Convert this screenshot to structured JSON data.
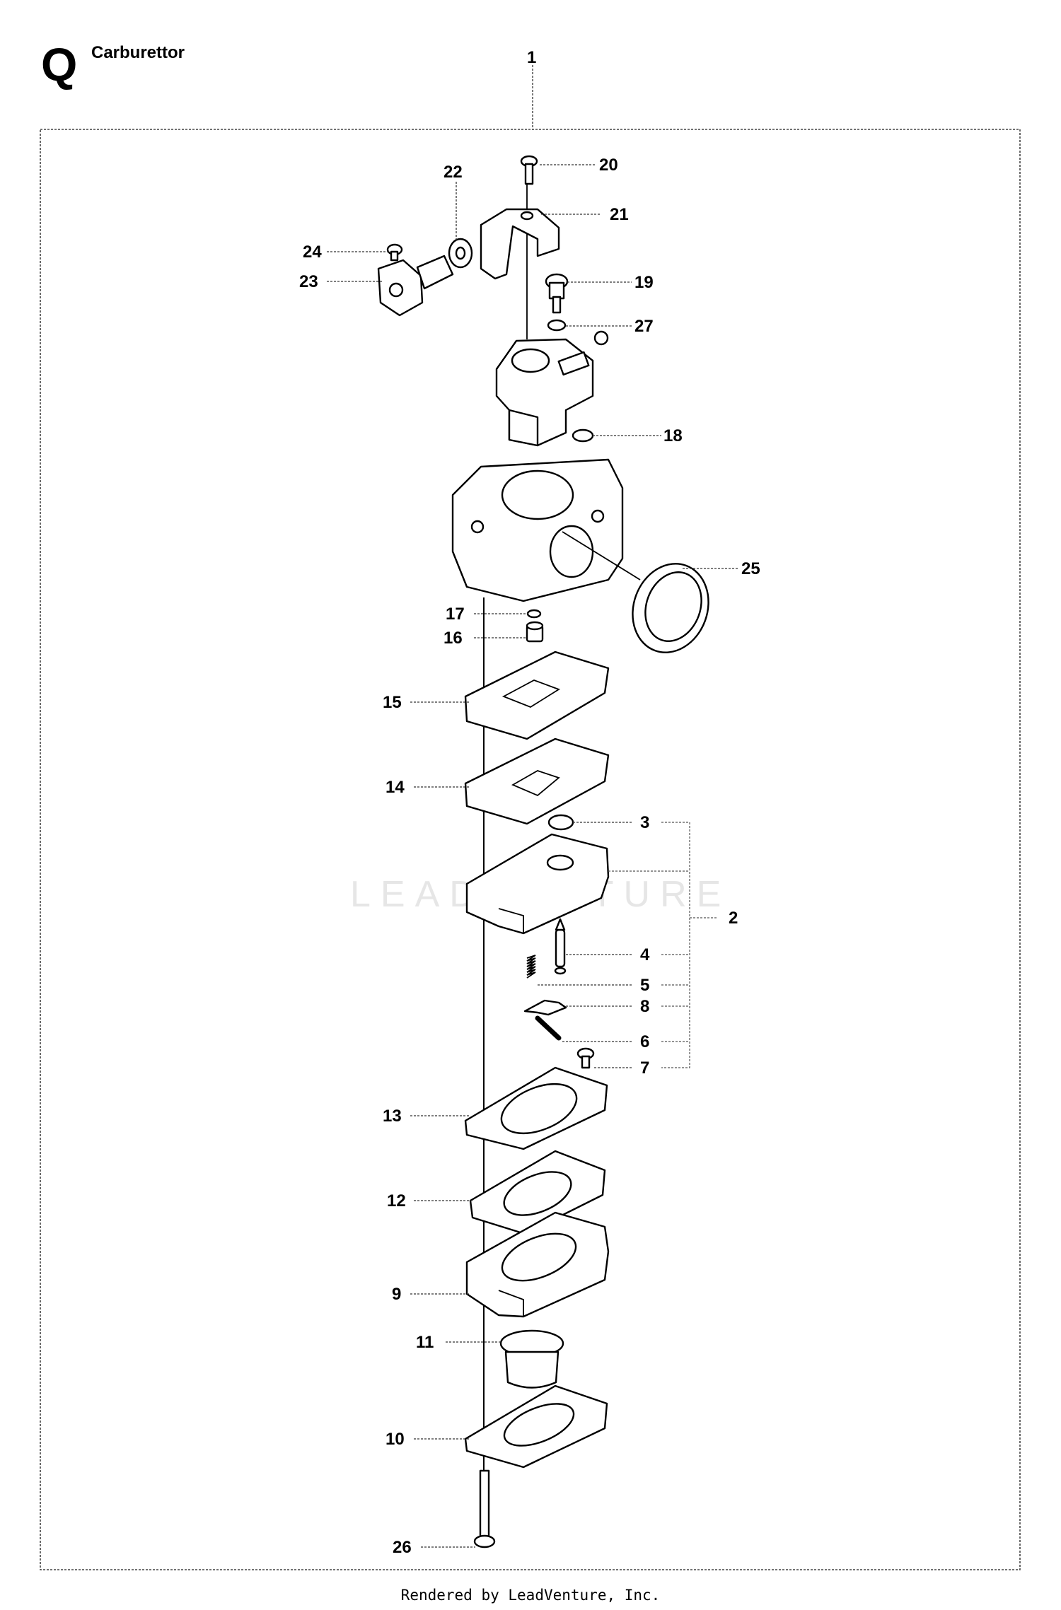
{
  "header": {
    "section_letter": "Q",
    "title": "Carburettor"
  },
  "footer": {
    "text": "Rendered by LeadVenture, Inc."
  },
  "watermark": {
    "text": "LEADVENTURE"
  },
  "callouts": {
    "c1": "1",
    "c2": "2",
    "c3": "3",
    "c4": "4",
    "c5": "5",
    "c6": "6",
    "c7": "7",
    "c8": "8",
    "c9": "9",
    "c10": "10",
    "c11": "11",
    "c12": "12",
    "c13": "13",
    "c14": "14",
    "c15": "15",
    "c16": "16",
    "c17": "17",
    "c18": "18",
    "c19": "19",
    "c20": "20",
    "c21": "21",
    "c22": "22",
    "c23": "23",
    "c24": "24",
    "c25": "25",
    "c26": "26",
    "c27": "27"
  }
}
